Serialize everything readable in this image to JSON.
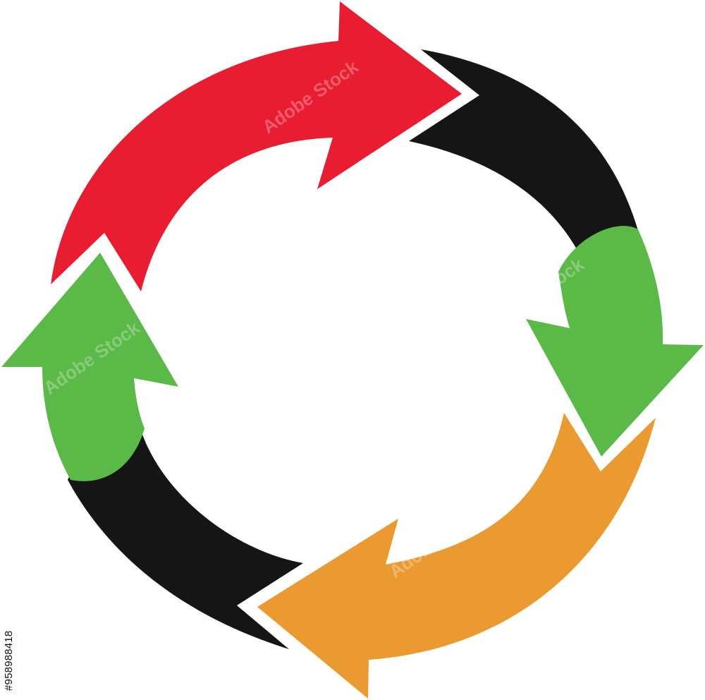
{
  "colors": {
    "background": "#ffffff",
    "red": "#e81d32",
    "black": "#151515",
    "green": "#5bb947",
    "orange": "#eb9a31",
    "outline": "#ffffff"
  },
  "arrows": [
    {
      "name": "red-arrow",
      "color": "red"
    },
    {
      "name": "green-arrow-right",
      "color": "green"
    },
    {
      "name": "orange-arrow",
      "color": "orange"
    },
    {
      "name": "green-arrow-left",
      "color": "green"
    }
  ],
  "watermark": {
    "text": "Adobe Stock"
  },
  "side_id": {
    "text": "#958988418"
  }
}
